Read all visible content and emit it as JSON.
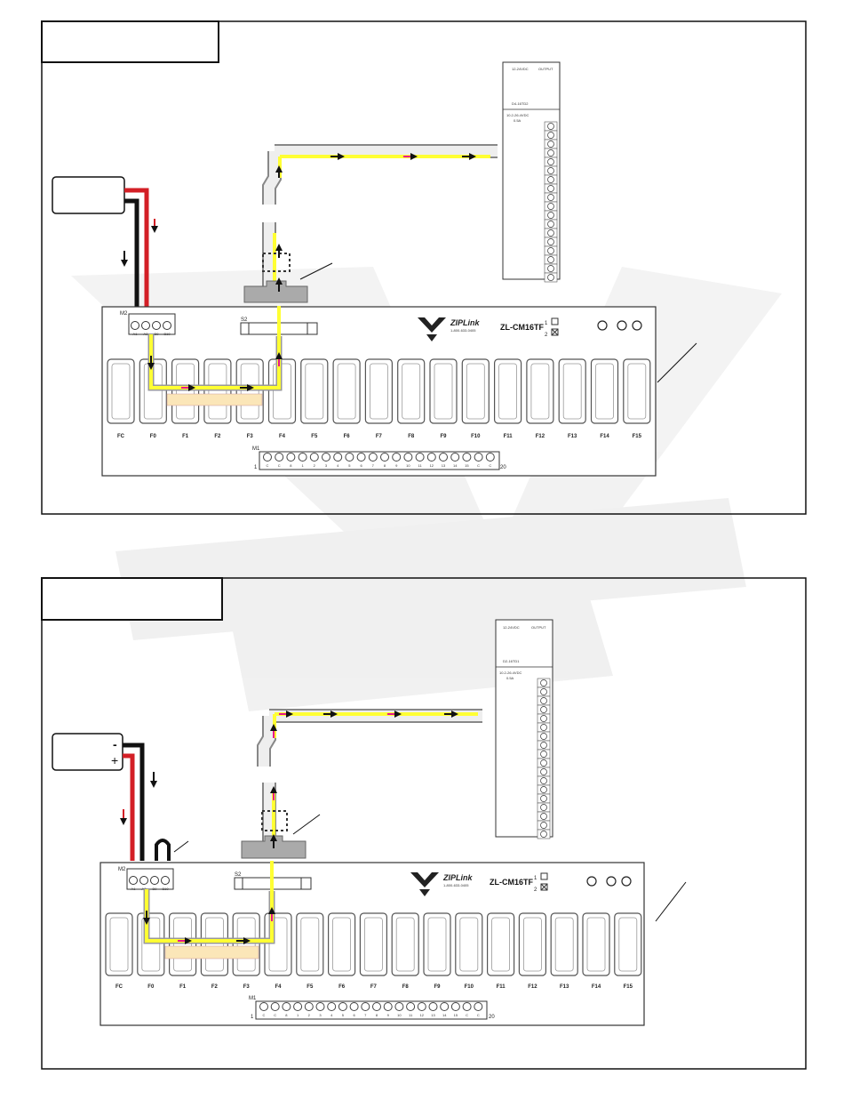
{
  "panels": [
    {
      "id": "top",
      "brand": "ZIPLink",
      "brand_phone": "1-800-633-0405",
      "model": "ZL-CM16TF",
      "option_1": "1",
      "option_2": "2",
      "terminal_block": "M2",
      "terminal_labels": [
        "A1",
        "A2",
        "B9",
        "B10"
      ],
      "switch_label": "S2",
      "connector_label": "M1",
      "connector_pins": [
        "C",
        "C",
        "8",
        "1",
        "2",
        "3",
        "4",
        "5",
        "6",
        "7",
        "8",
        "9",
        "10",
        "11",
        "12",
        "13",
        "14",
        "15",
        "C",
        "C"
      ],
      "connector_start": "1",
      "connector_end": "20",
      "fuse_labels": [
        "FC",
        "F0",
        "F1",
        "F2",
        "F3",
        "F4",
        "F5",
        "F6",
        "F7",
        "F8",
        "F9",
        "F10",
        "F11",
        "F12",
        "F13",
        "F14",
        "F15"
      ],
      "module": {
        "header_left": "12-24VDC",
        "header_right": "OUTPUT",
        "name": "D4-16TD2",
        "rating": "10.2-26.4VDC",
        "current": "0.5A"
      }
    },
    {
      "id": "bottom",
      "power_minus": "-",
      "power_plus": "+",
      "brand": "ZIPLink",
      "brand_phone": "1-800-633-0405",
      "model": "ZL-CM16TF",
      "option_1": "1",
      "option_2": "2",
      "terminal_block": "M2",
      "terminal_labels": [
        "A1",
        "A2",
        "B9",
        "B10"
      ],
      "switch_label": "S2",
      "connector_label": "M1",
      "connector_pins": [
        "C",
        "C",
        "8",
        "1",
        "2",
        "3",
        "4",
        "5",
        "6",
        "7",
        "8",
        "9",
        "10",
        "11",
        "12",
        "13",
        "14",
        "15",
        "C",
        "C"
      ],
      "connector_start": "1",
      "connector_end": "20",
      "fuse_labels": [
        "FC",
        "F0",
        "F1",
        "F2",
        "F3",
        "F4",
        "F5",
        "F6",
        "F7",
        "F8",
        "F9",
        "F10",
        "F11",
        "F12",
        "F13",
        "F14",
        "F15"
      ],
      "module": {
        "header_left": "12-24VDC",
        "header_right": "OUTPUT",
        "name": "D2-16TD1",
        "rating": "10.2-26.4VDC",
        "current": "0.5A"
      }
    }
  ],
  "colors": {
    "wire_red": "#d31f26",
    "wire_black": "#111111",
    "path_yellow": "#ffff33",
    "arrow_magenta": "#e8168c",
    "label_box": "#fbe6b8",
    "cable_gray": "#9a9a9a"
  }
}
